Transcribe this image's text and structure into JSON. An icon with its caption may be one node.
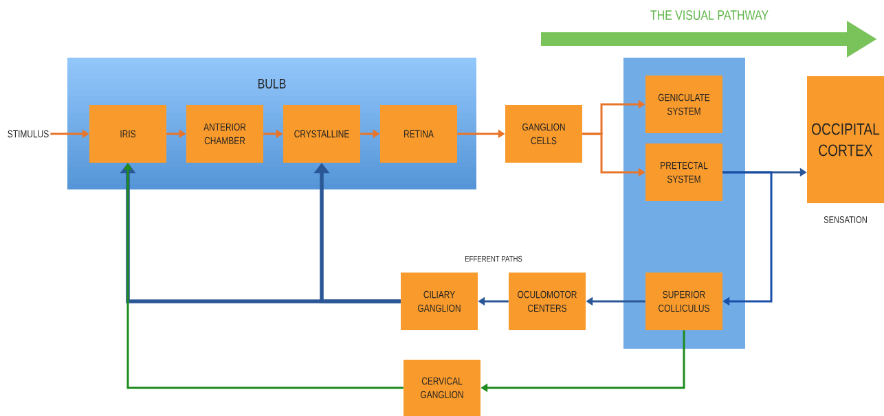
{
  "diagram": {
    "nodes": [
      {
        "text": [
          "BULB"
        ]
      },
      {
        "text": [
          "STIMULUS"
        ]
      },
      {
        "text": [
          "IRIS"
        ],
        "in": 0
      },
      {
        "text": [
          "ANTERIOR CHAMBER"
        ],
        "in": 0
      },
      {
        "text": [
          "CRYSTALLINE"
        ],
        "in": 0
      },
      {
        "text": [
          "RETINA"
        ],
        "in": 0
      },
      {
        "text": [
          "GANGLION CELLS"
        ]
      },
      {
        "text": [],
        "shape": "box"
      },
      {
        "text": [
          "GENICULATE SYSTEM"
        ],
        "in": 7
      },
      {
        "text": [
          "PRETECTAL SYSTEM"
        ],
        "in": 7
      },
      {
        "text": [
          "SUPERIOR COLLICULUS"
        ],
        "in": 7
      },
      {
        "text": [
          "OCCIPITAL CORTEX"
        ],
        "beside": [
          "SENSATION"
        ]
      },
      {
        "text": [
          "OCULOMOTOR CENTERS"
        ]
      },
      {
        "text": [
          "CILIARY GANGLION"
        ]
      },
      {
        "text": [
          "CERVICAL GANGLION"
        ]
      }
    ],
    "edges": [
      {
        "from": 1,
        "to": 2,
        "arrow": "to"
      },
      {
        "from": 2,
        "to": 3,
        "arrow": "to"
      },
      {
        "from": 3,
        "to": 4,
        "arrow": "to"
      },
      {
        "from": 4,
        "to": 5,
        "arrow": "to"
      },
      {
        "from": 5,
        "to": 6,
        "arrow": "to"
      },
      {
        "from": 6,
        "to": 8,
        "arrow": "to"
      },
      {
        "from": 6,
        "to": 9,
        "arrow": "to"
      },
      {
        "from": 9,
        "to": 11,
        "arrow": "to",
        "color": "#2b5797"
      },
      {
        "from": 9,
        "to": 10,
        "arrow": "to",
        "color": "#1a4fa8"
      },
      {
        "from": 10,
        "to": 12,
        "arrow": "to",
        "color": "#2b5797"
      },
      {
        "from": 12,
        "to": 13,
        "arrow": "to",
        "color": "#2b5797"
      },
      {
        "from": 13,
        "to": 2,
        "arrow": "to",
        "style": "thick",
        "color": "#2b5797"
      },
      {
        "from": 13,
        "to": 4,
        "arrow": "to",
        "style": "thick",
        "color": "#2b5797"
      },
      {
        "from": 10,
        "to": 14,
        "arrow": "to",
        "color": "#1e8c1e"
      },
      {
        "from": 14,
        "to": 2,
        "arrow": "to",
        "color": "#1e8c1e"
      }
    ],
    "labels": [
      "THE VISUAL PATHWAY",
      "EFFERENT PATHS"
    ]
  }
}
